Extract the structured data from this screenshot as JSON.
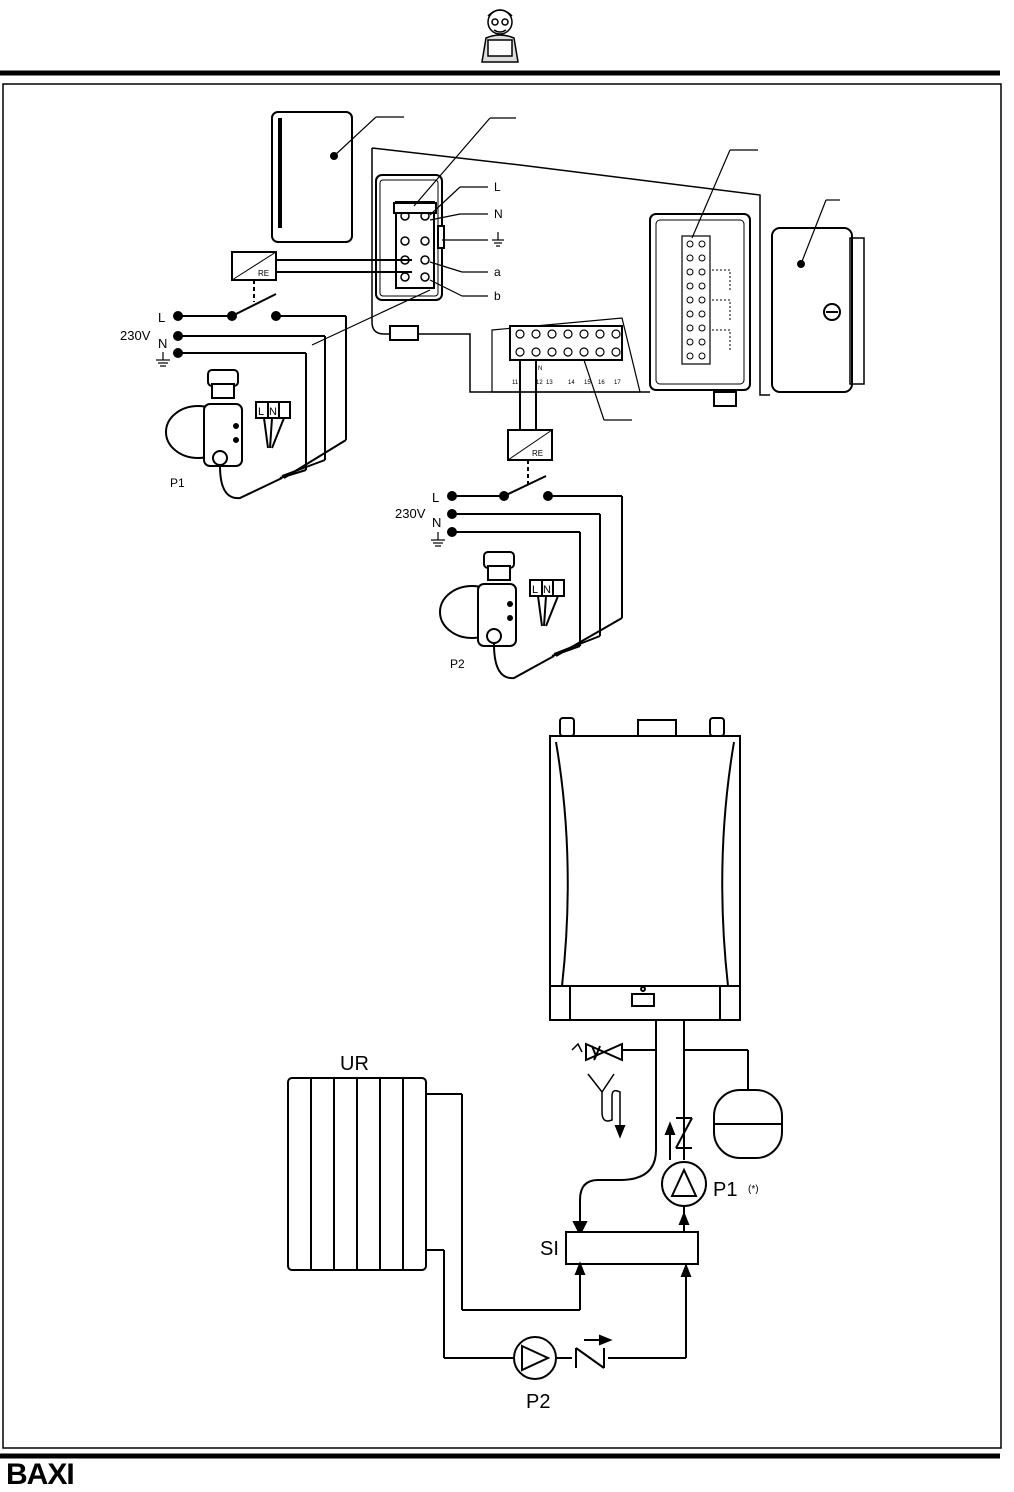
{
  "brand": {
    "logo_text": "BAXI"
  },
  "wiring": {
    "terminal_labels": [
      "L",
      "N",
      "a",
      "b"
    ],
    "relay_label": "RE",
    "supply": {
      "voltage": "230V",
      "live": "L",
      "neutral": "N"
    },
    "pump_terminals": [
      "L",
      "N"
    ],
    "terminal_numbers": [
      "11",
      "N",
      "12",
      "13",
      "14",
      "15",
      "16",
      "17"
    ],
    "pump1_label": "P1",
    "pump2_label": "P2"
  },
  "hydraulic": {
    "radiator_label": "UR",
    "separator_label": "SI",
    "pump1_label": "P1",
    "pump1_note": "(*)",
    "pump2_label": "P2"
  }
}
